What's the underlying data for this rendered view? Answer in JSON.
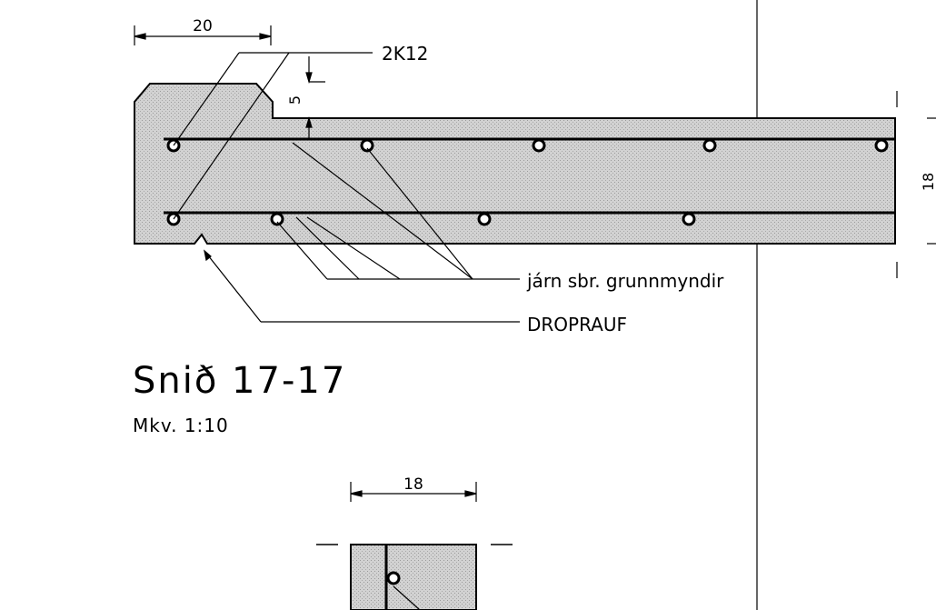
{
  "dimensions": {
    "top_width": "20",
    "drip_height": "5",
    "slab_height": "18",
    "bottom_width": "18"
  },
  "labels": {
    "rebar_spec": "2K12",
    "rebar_note": "járn sbr. grunnmyndir",
    "drip_groove": "DROPRAUF"
  },
  "section": {
    "title": "Snið 17-17",
    "scale": "Mkv. 1:10"
  },
  "colors": {
    "concrete_fill": "#c8c8c8",
    "line": "#000000",
    "background": "#ffffff"
  }
}
